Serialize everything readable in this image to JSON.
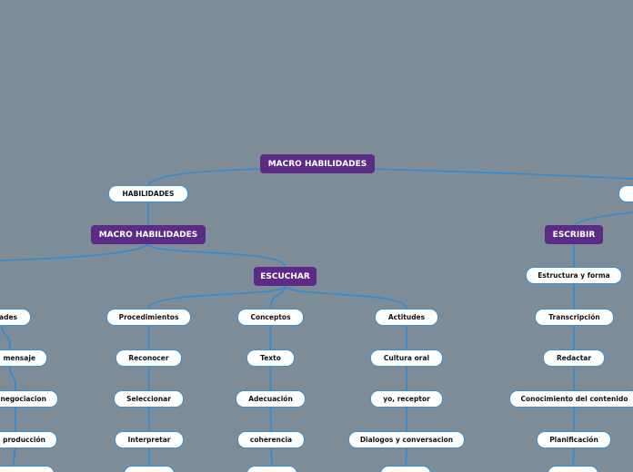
{
  "colors": {
    "background": "#7d8c96",
    "main_fill": "#5b2b86",
    "sub_border": "#3a8fd0",
    "link": "#2e8bd6"
  },
  "nodes": [
    {
      "id": "root",
      "label": "MACRO HABILIDADES",
      "style": "main"
    },
    {
      "id": "habilidades",
      "label": "HABILIDADES",
      "style": "sub"
    },
    {
      "id": "right-cut",
      "label": "",
      "style": "sub"
    },
    {
      "id": "macro2",
      "label": "MACRO HABILIDADES",
      "style": "main"
    },
    {
      "id": "escribir",
      "label": "ESCRIBIR",
      "style": "main"
    },
    {
      "id": "escuchar",
      "label": "ESCUCHAR",
      "style": "main"
    },
    {
      "id": "left-1",
      "label": "ades",
      "style": "sub"
    },
    {
      "id": "left-2",
      "label": "mensaje",
      "style": "sub"
    },
    {
      "id": "left-3",
      "label": "negociacion",
      "style": "sub"
    },
    {
      "id": "left-4",
      "label": "producción",
      "style": "sub"
    },
    {
      "id": "left-5",
      "label": "",
      "style": "sub"
    },
    {
      "id": "procedimientos",
      "label": "Procedimientos",
      "style": "sub"
    },
    {
      "id": "reconocer",
      "label": "Reconocer",
      "style": "sub"
    },
    {
      "id": "seleccionar",
      "label": "Seleccionar",
      "style": "sub"
    },
    {
      "id": "interpretar",
      "label": "Interpretar",
      "style": "sub"
    },
    {
      "id": "proc-5",
      "label": "",
      "style": "sub"
    },
    {
      "id": "conceptos",
      "label": "Conceptos",
      "style": "sub"
    },
    {
      "id": "texto",
      "label": "Texto",
      "style": "sub"
    },
    {
      "id": "adecuacion",
      "label": "Adecuación",
      "style": "sub"
    },
    {
      "id": "coherencia",
      "label": "coherencia",
      "style": "sub"
    },
    {
      "id": "conc-5",
      "label": "",
      "style": "sub"
    },
    {
      "id": "actitudes",
      "label": "Actitudes",
      "style": "sub"
    },
    {
      "id": "cultura-oral",
      "label": "Cultura oral",
      "style": "sub"
    },
    {
      "id": "yo-receptor",
      "label": "yo, receptor",
      "style": "sub"
    },
    {
      "id": "dialogos",
      "label": "Dialogos y conversacion",
      "style": "sub"
    },
    {
      "id": "act-5",
      "label": "",
      "style": "sub"
    },
    {
      "id": "estructura",
      "label": "Estructura y forma",
      "style": "sub"
    },
    {
      "id": "transcripcion",
      "label": "Transcripción",
      "style": "sub"
    },
    {
      "id": "redactar",
      "label": "Redactar",
      "style": "sub"
    },
    {
      "id": "conocimiento",
      "label": "Conocimiento del contenido",
      "style": "sub"
    },
    {
      "id": "planificacion",
      "label": "Planificación",
      "style": "sub"
    },
    {
      "id": "esc-6",
      "label": "",
      "style": "sub"
    }
  ],
  "links": [
    [
      "root",
      "habilidades"
    ],
    [
      "root",
      "right-cut"
    ],
    [
      "habilidades",
      "macro2"
    ],
    [
      "right-cut",
      "escribir"
    ],
    [
      "macro2",
      "escuchar"
    ],
    [
      "macro2",
      "offscreen-left"
    ],
    [
      "escuchar",
      "procedimientos"
    ],
    [
      "escuchar",
      "conceptos"
    ],
    [
      "escuchar",
      "actitudes"
    ],
    [
      "left-1",
      "left-2"
    ],
    [
      "left-2",
      "left-3"
    ],
    [
      "left-3",
      "left-4"
    ],
    [
      "left-4",
      "left-5"
    ],
    [
      "procedimientos",
      "reconocer"
    ],
    [
      "reconocer",
      "seleccionar"
    ],
    [
      "seleccionar",
      "interpretar"
    ],
    [
      "interpretar",
      "proc-5"
    ],
    [
      "conceptos",
      "texto"
    ],
    [
      "texto",
      "adecuacion"
    ],
    [
      "adecuacion",
      "coherencia"
    ],
    [
      "coherencia",
      "conc-5"
    ],
    [
      "actitudes",
      "cultura-oral"
    ],
    [
      "cultura-oral",
      "yo-receptor"
    ],
    [
      "yo-receptor",
      "dialogos"
    ],
    [
      "dialogos",
      "act-5"
    ],
    [
      "escribir",
      "estructura"
    ],
    [
      "estructura",
      "transcripcion"
    ],
    [
      "transcripcion",
      "redactar"
    ],
    [
      "redactar",
      "conocimiento"
    ],
    [
      "conocimiento",
      "planificacion"
    ],
    [
      "planificacion",
      "esc-6"
    ]
  ]
}
